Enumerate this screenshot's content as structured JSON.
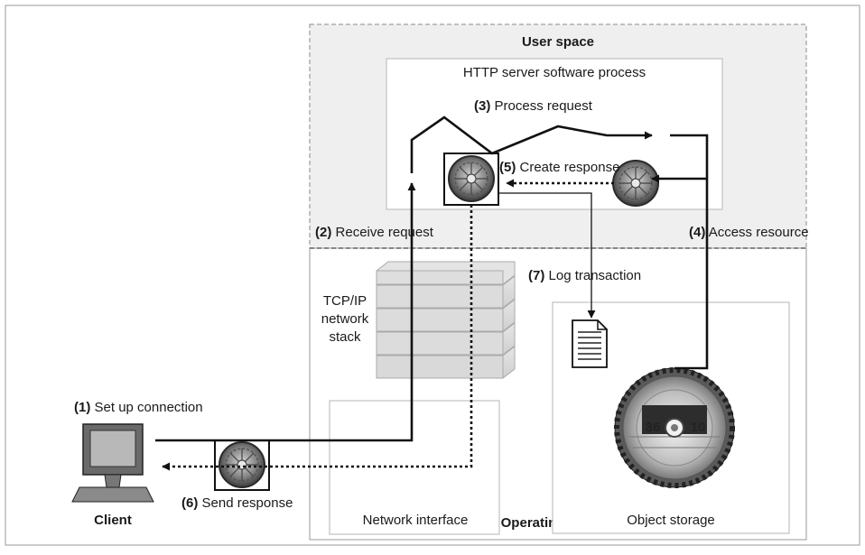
{
  "regions": {
    "user_space": "User space",
    "http_process": "HTTP server software process",
    "operating_system": "Operating system",
    "network_interface": "Network interface",
    "object_storage": "Object storage",
    "tcp_stack": [
      "TCP/IP",
      "network",
      "stack"
    ],
    "client": "Client"
  },
  "steps": [
    {
      "num": "(1)",
      "text": "Set up connection"
    },
    {
      "num": "(2)",
      "text": "Receive request"
    },
    {
      "num": "(3)",
      "text": "Process request"
    },
    {
      "num": "(4)",
      "text": "Access resource"
    },
    {
      "num": "(5)",
      "text": "Create response"
    },
    {
      "num": "(6)",
      "text": "Send response"
    },
    {
      "num": "(7)",
      "text": "Log transaction"
    }
  ],
  "saw_blade": {
    "left_text": "36",
    "right_text": "10"
  },
  "colors": {
    "user_space_fill": "#efefef",
    "os_box": "#9a9a9a",
    "line": "#111111"
  }
}
